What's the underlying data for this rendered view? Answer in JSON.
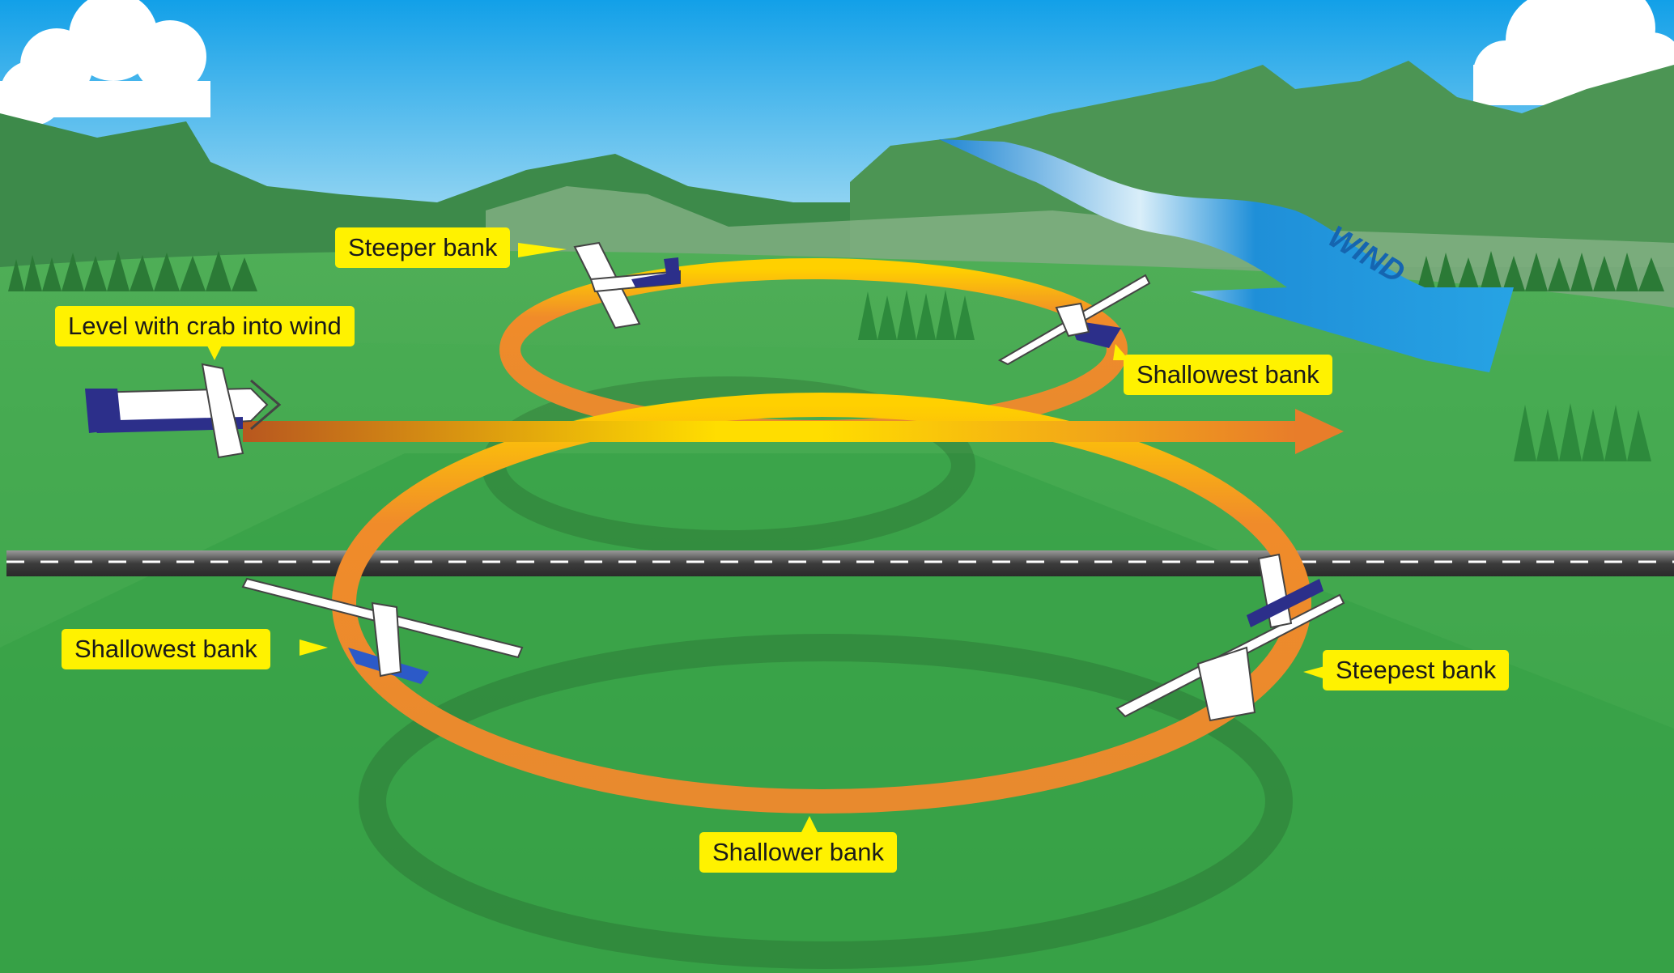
{
  "labels": {
    "steeper_bank": "Steeper bank",
    "level_crab": "Level with crab into wind",
    "shallowest_bank_upper": "Shallowest bank",
    "shallowest_bank_lower": "Shallowest bank",
    "steepest_bank": "Steepest bank",
    "shallower_bank": "Shallower bank"
  },
  "wind": {
    "text": "WIND"
  },
  "colors": {
    "callout": "#fff200",
    "path_orange": "#e8872a",
    "path_yellow": "#ffe600",
    "wind_blue": "#1e8fd6",
    "sky_top": "#1aa3e6",
    "grass": "#3aa84a"
  }
}
